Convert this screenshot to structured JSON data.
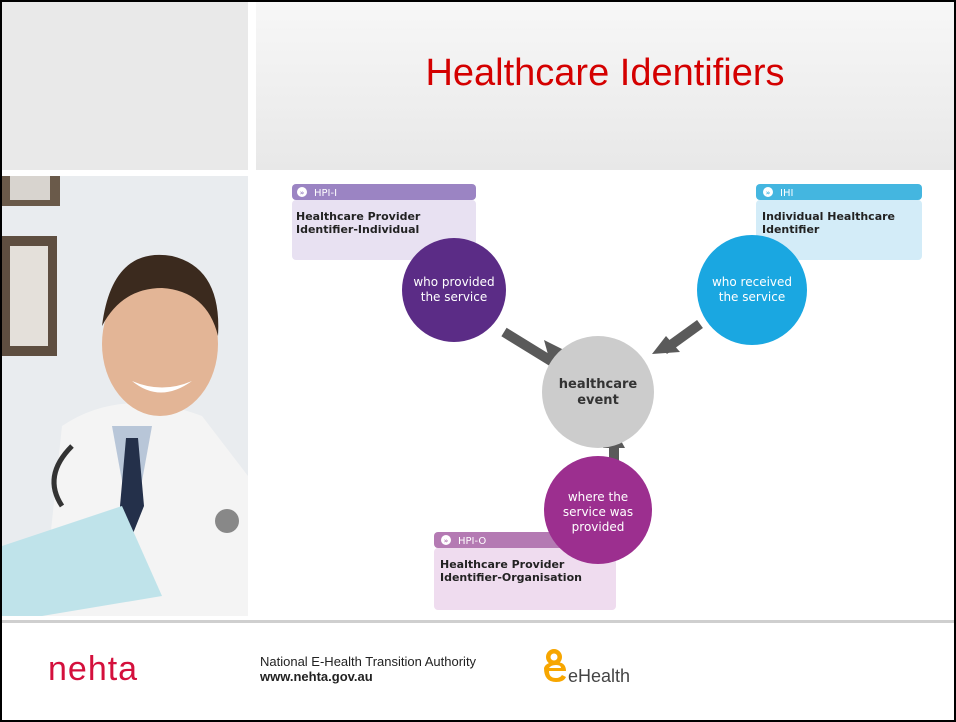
{
  "title": "Healthcare Identifiers",
  "diagram": {
    "hpi_i": {
      "tag": "HPI-I",
      "line1": "Healthcare Provider",
      "line2": "Identifier-Individual",
      "color": "#9b84c3"
    },
    "ihi": {
      "tag": "IHI",
      "line1": "Individual Healthcare",
      "line2": "Identifier",
      "color": "#44b6e0"
    },
    "hpi_o": {
      "tag": "HPI-O",
      "line1": "Healthcare Provider",
      "line2": "Identifier-Organisation",
      "color": "#b47ab3"
    },
    "provided": {
      "line1": "who provided",
      "line2": "the service",
      "color": "#5b2c86"
    },
    "received": {
      "line1": "who received",
      "line2": "the service",
      "color": "#1aa7e1"
    },
    "where": {
      "line1": "where the",
      "line2": "service was",
      "line3": "provided",
      "color": "#9c2f8f"
    },
    "event": {
      "line1": "healthcare",
      "line2": "event",
      "color": "#cccccc"
    }
  },
  "footer": {
    "logo": "nehta",
    "org_name": "National E-Health Transition Authority",
    "org_url": "www.nehta.gov.au",
    "ehealth_label": "eHealth"
  }
}
